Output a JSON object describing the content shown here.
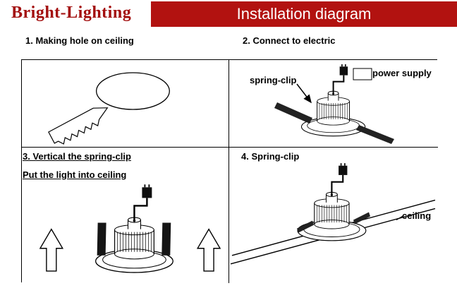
{
  "header": {
    "brand": "Bright-Lighting",
    "title": "Installation diagram",
    "brand_color": "#a30f0f",
    "banner_color": "#b21210"
  },
  "steps": {
    "step1": {
      "label": "1. Making hole on ceiling"
    },
    "step2": {
      "label": "2. Connect to electric",
      "spring_clip_label": "spring-clip",
      "power_supply_label": "power supply"
    },
    "step3": {
      "label_line1": "3. Vertical the spring-clip",
      "label_line2": "Put the light into ceiling"
    },
    "step4": {
      "label": "4. Spring-clip",
      "ceiling_label": "ceiling"
    }
  },
  "drawings": {
    "step1": "ceiling-hole-with-saw",
    "step2": "downlight-with-angled-spring-clips-and-power-plug",
    "step3": "downlight-with-vertical-spring-clips-and-up-arrows",
    "step4": "downlight-installed-through-ceiling"
  }
}
